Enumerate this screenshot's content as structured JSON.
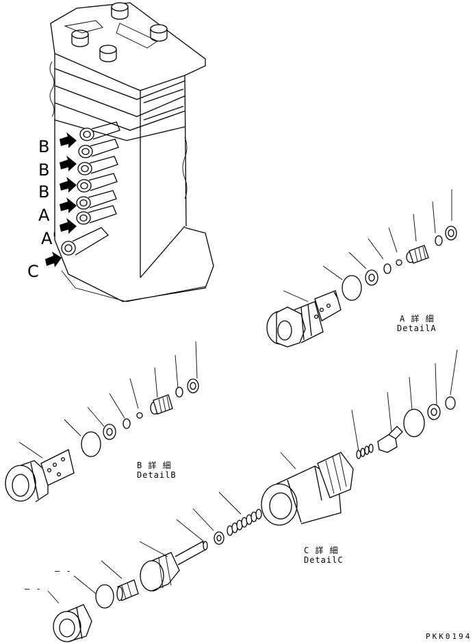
{
  "callouts": {
    "left": [
      "B",
      "B",
      "B",
      "A",
      "A'",
      "C"
    ]
  },
  "details": {
    "a": {
      "jp": "A 詳 細",
      "en": "DetailA"
    },
    "b": {
      "jp": "B 詳 細",
      "en": "DetailB"
    },
    "c": {
      "jp": "C 詳 細",
      "en": "DetailC"
    }
  },
  "part_code": "PKK0194",
  "dash_marks": [
    "– -",
    "– -"
  ]
}
